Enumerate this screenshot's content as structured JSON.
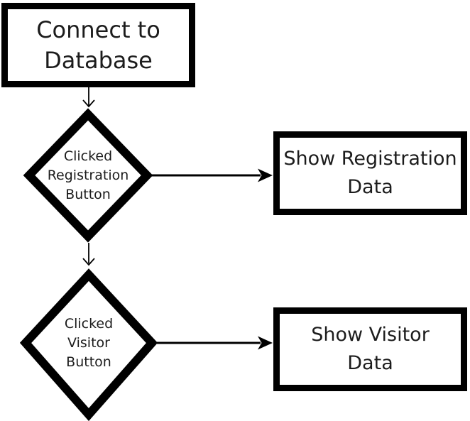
{
  "diagram": {
    "type": "flowchart",
    "colors": {
      "shape_stroke": "#000000",
      "shape_fill": "#ffffff",
      "text": "#1c1c1c",
      "background": "#ffffff"
    },
    "nodes": {
      "connect": {
        "kind": "process",
        "lines": [
          "Connect to",
          "Database"
        ]
      },
      "registration_decision": {
        "kind": "decision",
        "lines": [
          "Clicked",
          "Registration",
          "Button"
        ]
      },
      "show_registration": {
        "kind": "process",
        "lines": [
          "Show Registration",
          "Data"
        ]
      },
      "visitor_decision": {
        "kind": "decision",
        "lines": [
          "Clicked",
          "Visitor",
          "Button"
        ]
      },
      "show_visitor": {
        "kind": "process",
        "lines": [
          "Show Visitor",
          "Data"
        ]
      }
    },
    "edges": [
      {
        "from": "connect",
        "to": "registration_decision"
      },
      {
        "from": "registration_decision",
        "to": "show_registration"
      },
      {
        "from": "registration_decision",
        "to": "visitor_decision"
      },
      {
        "from": "visitor_decision",
        "to": "show_visitor"
      }
    ]
  }
}
